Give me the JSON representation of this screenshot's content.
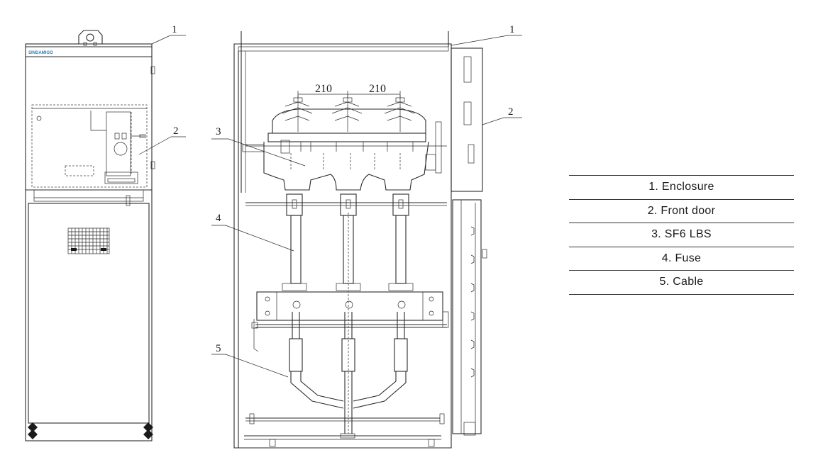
{
  "front_view": {
    "brand_label": "SINDAMIGO",
    "callouts": [
      "1",
      "2"
    ]
  },
  "side_view": {
    "callouts": [
      "1",
      "2",
      "3",
      "4",
      "5"
    ],
    "dimensions": [
      "210",
      "210"
    ]
  },
  "legend": {
    "items": [
      {
        "label": "1. Enclosure"
      },
      {
        "label": "2. Front door"
      },
      {
        "label": "3. SF6 LBS"
      },
      {
        "label": "4. Fuse"
      },
      {
        "label": "5. Cable"
      }
    ]
  },
  "colors": {
    "line": "#2a2a2a",
    "brand": "#2a7fb8",
    "background": "#ffffff"
  }
}
